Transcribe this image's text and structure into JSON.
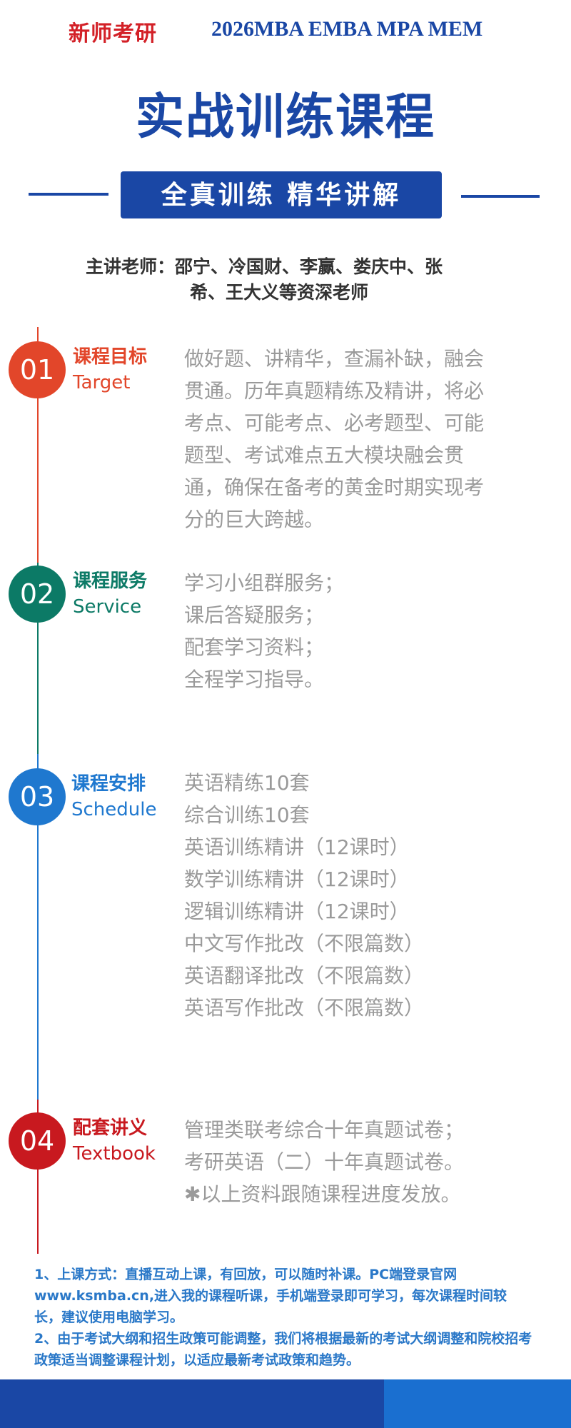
{
  "header": {
    "brand": "新师考研",
    "programs": "2026MBA EMBA MPA MEM"
  },
  "title": "实战训练课程",
  "banner": "全真训练 精华讲解",
  "teachers": {
    "line1": "主讲老师：邵宁、冷国财、李赢、娄庆中、张",
    "line2": "希、王大义等资深老师"
  },
  "sections": [
    {
      "num": "01",
      "cn": "课程目标",
      "en": "Target",
      "color": "#e2462a",
      "lines": [
        "做好题、讲精华，查漏补缺，融会",
        "贯通。历年真题精练及精讲，将必",
        "考点、可能考点、必考题型、可能",
        "题型、考试难点五大模块融会贯",
        "通，确保在备考的黄金时期实现考",
        "分的巨大跨越。"
      ]
    },
    {
      "num": "02",
      "cn": "课程服务",
      "en": "Service",
      "color": "#0c7a66",
      "lines": [
        "学习小组群服务；",
        "课后答疑服务；",
        "配套学习资料；",
        "全程学习指导。"
      ]
    },
    {
      "num": "03",
      "cn": "课程安排",
      "en": "Schedule",
      "color": "#1f78cf",
      "lines": [
        "英语精练10套",
        "综合训练10套",
        "英语训练精讲（12课时）",
        "数学训练精讲（12课时）",
        "逻辑训练精讲（12课时）",
        "中文写作批改（不限篇数）",
        "英语翻译批改（不限篇数）",
        "英语写作批改（不限篇数）"
      ]
    },
    {
      "num": "04",
      "cn": "配套讲义",
      "en": "Textbook",
      "color": "#c8191f",
      "lines": [
        "管理类联考综合十年真题试卷；",
        "考研英语（二）十年真题试卷。",
        "✱以上资料跟随课程进度发放。"
      ]
    }
  ],
  "notes": {
    "note1": "1、上课方式：直播互动上课，有回放，可以随时补课。PC端登录官网www.ksmba.cn,进入我的课程听课，手机端登录即可学习，每次课程时间较长，建议使用电脑学习。",
    "note2": "2、由于考试大纲和招生政策可能调整，我们将根据最新的考试大纲调整和院校招考政策适当调整课程计划，以适应最新考试政策和趋势。"
  },
  "colors": {
    "brand_red": "#d32027",
    "brand_blue": "#1a47a5",
    "note_blue": "#2a78c8"
  }
}
